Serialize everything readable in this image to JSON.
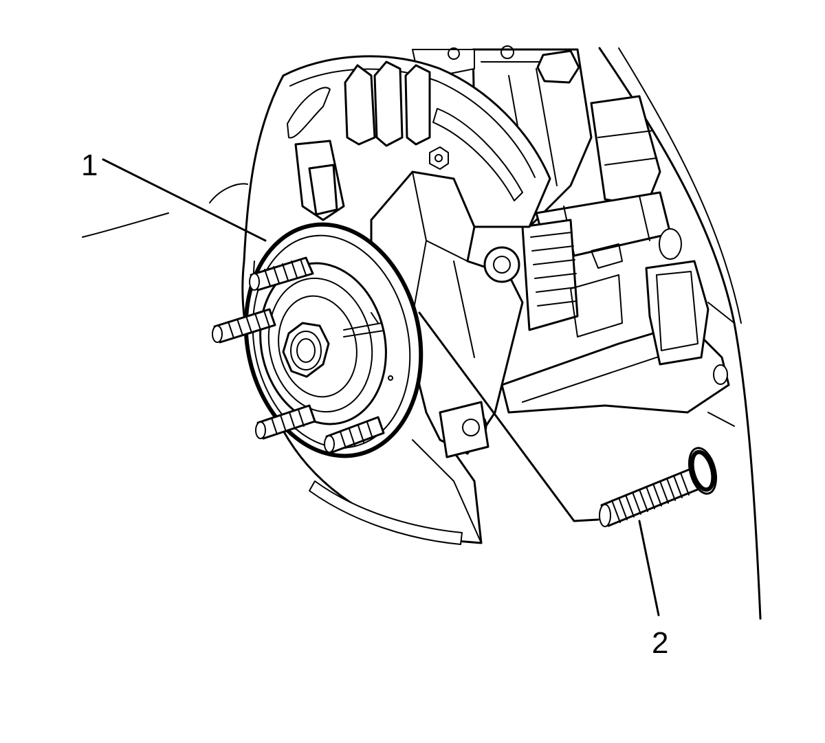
{
  "callouts": [
    {
      "id": "1",
      "label": "1"
    },
    {
      "id": "2",
      "label": "2"
    }
  ],
  "colors": {
    "background": "#ffffff",
    "ink": "#000000"
  }
}
